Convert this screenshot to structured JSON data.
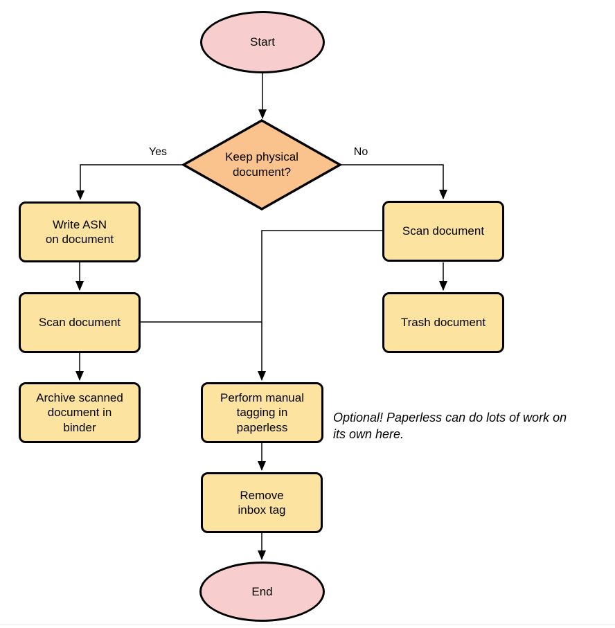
{
  "colors": {
    "terminal_fill": "#f7cecd",
    "decision_fill": "#fac28c",
    "process_fill": "#fce3a0",
    "stroke": "#000000"
  },
  "nodes": {
    "start": "Start",
    "decision": "Keep physical\ndocument?",
    "write_asn": "Write ASN\non document",
    "scan_left": "Scan document",
    "archive": "Archive scanned\ndocument in\nbinder",
    "scan_right": "Scan document",
    "trash": "Trash document",
    "tagging": "Perform manual\ntagging in\npaperless",
    "remove_inbox": "Remove\ninbox tag",
    "end": "End"
  },
  "edge_labels": {
    "yes": "Yes",
    "no": "No"
  },
  "note": "Optional! Paperless can do lots of work on\nits own here."
}
